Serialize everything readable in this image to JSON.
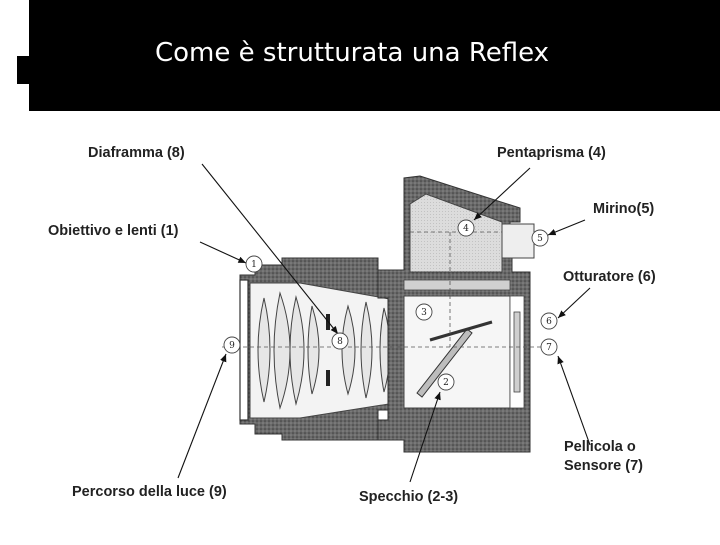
{
  "slide": {
    "title": "Come è strutturata una Reflex"
  },
  "diagram": {
    "labels": {
      "diaframma": "Diaframma (8)",
      "obiettivo": "Obiettivo e lenti (1)",
      "pentaprisma": "Pentaprisma (4)",
      "mirino": "Mirino(5)",
      "otturatore": "Otturatore (6)",
      "pellicola_line1": "Pellicola o",
      "pellicola_line2": "Sensore (7)",
      "percorso": "Percorso della luce (9)",
      "specchio": "Specchio (2-3)"
    },
    "markers": {
      "m1": "1",
      "m2": "2",
      "m3": "3",
      "m4": "4",
      "m5": "5",
      "m6": "6",
      "m7": "7",
      "m8": "8",
      "m9": "9"
    }
  }
}
